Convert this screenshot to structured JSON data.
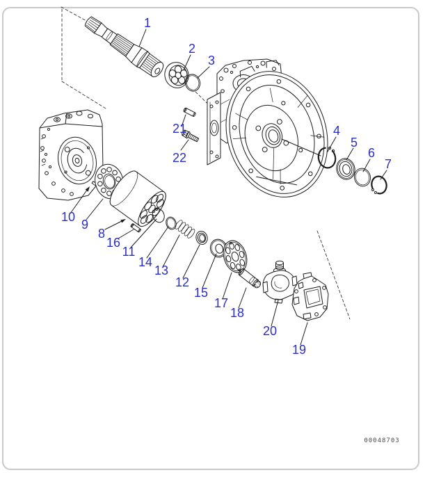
{
  "figure": {
    "drawing_code": "00048703"
  },
  "colors": {
    "label_blue": "#2a2dcd",
    "line": "#1c1c1c",
    "border": "#c9c9c9",
    "background": "#ffffff",
    "code_text": "#4a4a4a"
  },
  "callouts": {
    "labels": [
      "1",
      "2",
      "3",
      "4",
      "5",
      "6",
      "7",
      "8",
      "9",
      "10",
      "11",
      "12",
      "13",
      "14",
      "15",
      "16",
      "17",
      "18",
      "19",
      "20",
      "21",
      "22"
    ]
  }
}
